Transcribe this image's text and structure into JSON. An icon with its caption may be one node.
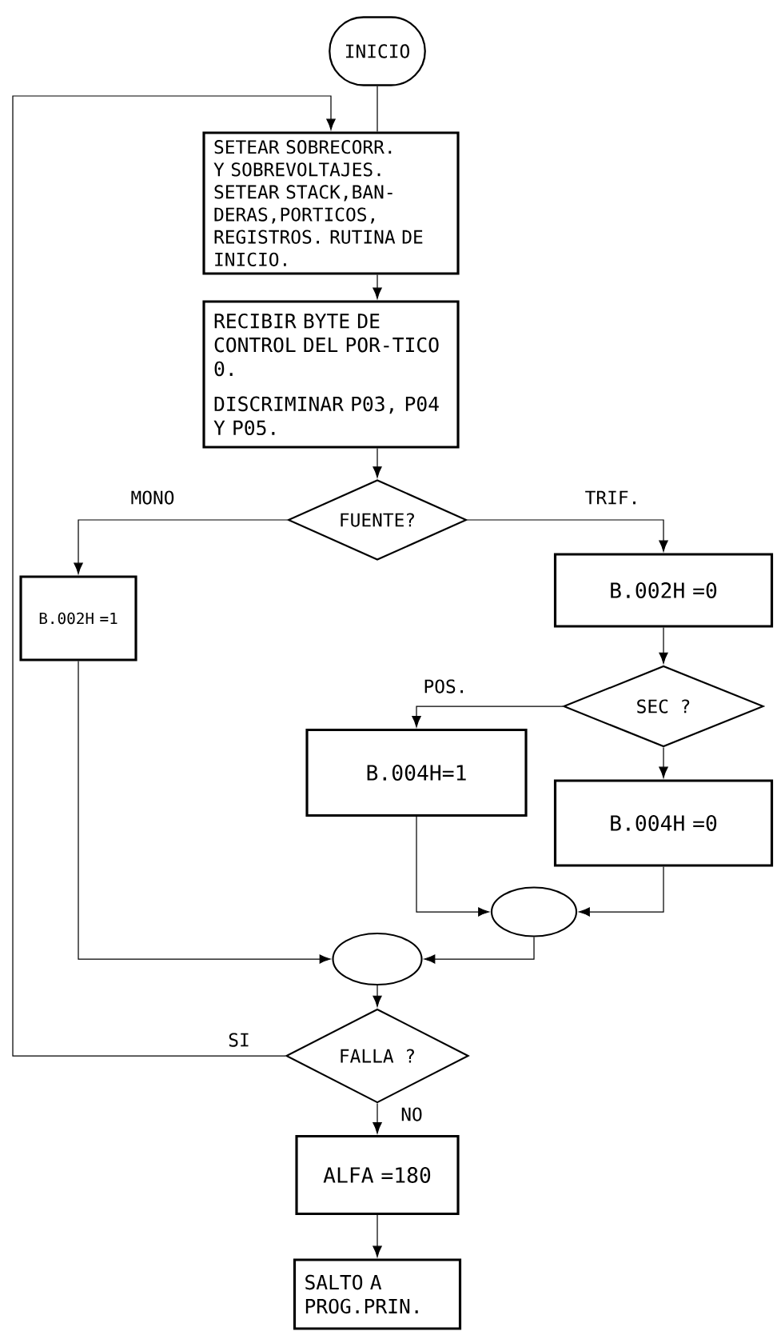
{
  "diagram": {
    "nodes": [
      {
        "text": [
          "INICIO"
        ]
      },
      {
        "text": [
          "SETEAR SOBRECORR. Y SOBREVOLTAJES. SETEAR STACK,BAN-DERAS,PORTICOS, REGISTROS. RUTINA DE INICIO."
        ]
      },
      {
        "text": [
          "RECIBIR BYTE DE CONTROL DEL POR-TICO 0.",
          "DISCRIMINAR P03, P04 Y P05."
        ]
      },
      {
        "text": [
          "FUENTE?"
        ]
      },
      {
        "text": [
          "B.002H =1"
        ]
      },
      {
        "text": [
          "B.002H =0"
        ]
      },
      {
        "text": [
          "SEC ?"
        ]
      },
      {
        "text": [
          "B.004H=1"
        ]
      },
      {
        "text": [
          "B.004H =0"
        ]
      },
      {
        "text": [],
        "shape": "ellipse"
      },
      {
        "text": [],
        "shape": "ellipse"
      },
      {
        "text": [
          "FALLA ?"
        ]
      },
      {
        "text": [
          "ALFA =180"
        ]
      },
      {
        "text": [
          "SALTO A PROG.PRIN."
        ]
      }
    ],
    "edges": [
      {
        "from": 0,
        "to": 1,
        "arrow": "none"
      },
      {
        "from": 1,
        "to": 2,
        "arrow": "to"
      },
      {
        "from": 2,
        "to": 3,
        "arrow": "to"
      },
      {
        "from": 3,
        "to": 4,
        "arrow": "to",
        "label": "MONO"
      },
      {
        "from": 3,
        "to": 5,
        "arrow": "to",
        "label": "TRIF."
      },
      {
        "from": 5,
        "to": 6,
        "arrow": "to"
      },
      {
        "from": 6,
        "to": 7,
        "arrow": "to",
        "label": "POS."
      },
      {
        "from": 6,
        "to": 8,
        "arrow": "to"
      },
      {
        "from": 7,
        "to": 9,
        "arrow": "to"
      },
      {
        "from": 8,
        "to": 9,
        "arrow": "to"
      },
      {
        "from": 4,
        "to": 10,
        "arrow": "to"
      },
      {
        "from": 9,
        "to": 10,
        "arrow": "to"
      },
      {
        "from": 10,
        "to": 11,
        "arrow": "to"
      },
      {
        "from": 11,
        "to": 1,
        "arrow": "to",
        "label": "SI"
      },
      {
        "from": 11,
        "to": 12,
        "arrow": "to",
        "label": "NO"
      },
      {
        "from": 12,
        "to": 13,
        "arrow": "to"
      }
    ]
  }
}
